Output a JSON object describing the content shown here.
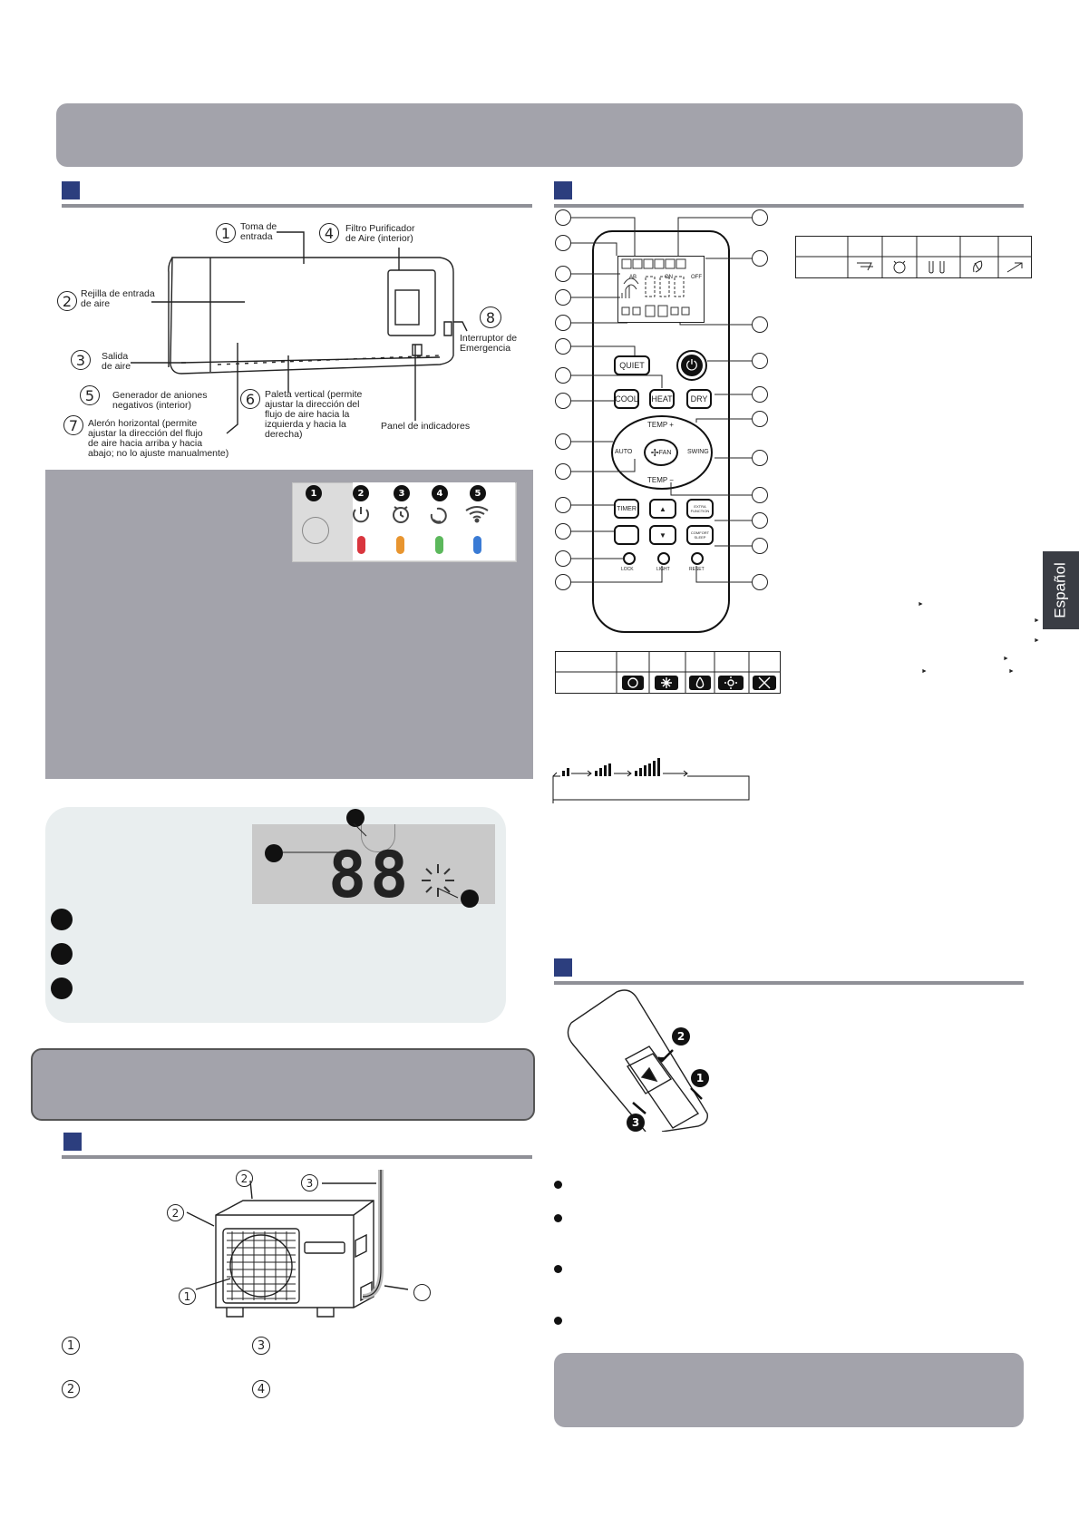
{
  "side_tab": {
    "label": "Español"
  },
  "indoor_labels": {
    "l1": "Toma de\nentrada",
    "l2": "Rejilla de entrada\nde aire",
    "l3": "Salida\nde aire",
    "l4": "Filtro Purificador\nde Aire (interior)",
    "l5": "Generador de aniones\nnegativos (interior)",
    "l6": "Paleta vertical (permite\najustar la dirección del\nflujo de aire hacia la\nizquierda y hacia la\nderecha)",
    "l7": "Alerón horizontal (permite\najustar la dirección del flujo\nde aire hacia arriba y hacia\nabajo; no lo ajuste manualmente)",
    "l8": "Interruptor de\nEmergencia",
    "panel": "Panel de indicadores"
  },
  "numbers": [
    "1",
    "2",
    "3",
    "4",
    "5",
    "6",
    "7",
    "8"
  ],
  "black_numbers": [
    "1",
    "2",
    "3",
    "4",
    "5"
  ],
  "display": {
    "digits": "88"
  },
  "remote": {
    "quiet": "QUIET",
    "heat": "HEAT",
    "cool": "COOL",
    "dry": "DRY",
    "auto": "AUTO",
    "fan": "FAN",
    "swing": "SWING",
    "temp_up": "TEMP +",
    "temp_down": "TEMP −",
    "timer": "TIMER",
    "extra": "EXTRA\nFUNCTION",
    "comfort": "COMFORT\nSLEEP",
    "lock": "LOCK",
    "light": "LIGHT",
    "reset": "RESET",
    "lcd_on": "ON",
    "lcd_off": "OFF",
    "lcd_ab": "AB"
  },
  "colors": {
    "section": "#2c3e7e",
    "bar": "#a3a3ab",
    "led_red": "#d9363e",
    "led_orange": "#e8952f",
    "led_green": "#5cb85c",
    "led_blue": "#3a7bd5"
  }
}
